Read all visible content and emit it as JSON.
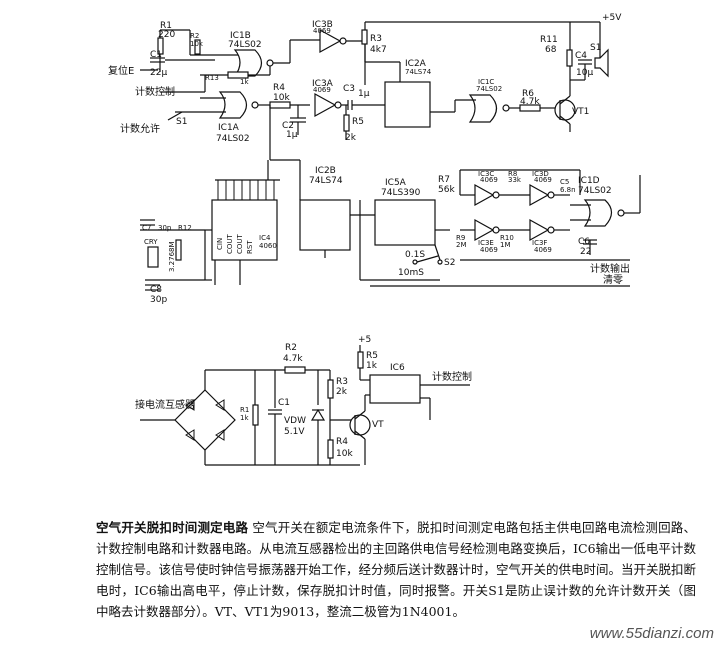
{
  "upper": {
    "R1": "R1",
    "R1v": "220",
    "C1": "C1",
    "C1v": "22μ",
    "reset": "复位E",
    "R2": "R2",
    "R2v": "10k",
    "IC1B": "IC1B",
    "IC1Bt": "74LS02",
    "R13": "R13",
    "R13v": "1k",
    "count_ctrl": "计数控制",
    "count_allow": "计数允许",
    "S1": "S1",
    "IC1A": "IC1A",
    "IC1At": "74LS02",
    "R4": "R4",
    "R4v": "10k",
    "C2": "C2",
    "C2v": "1μ",
    "IC3B": "IC3B",
    "IC3Bt": "4069",
    "IC3A": "IC3A",
    "IC3At": "4069",
    "C3": "C3",
    "C3v": "1μ",
    "R5": "R5",
    "R5v": "2k",
    "R3": "R3",
    "R3v": "4k7",
    "IC2A": "IC2A",
    "IC2At": "74LS74",
    "IC1C": "IC1C",
    "IC1Ct": "74LS02",
    "R6": "R6",
    "R6v": "4.7k",
    "VT1": "VT1",
    "R11": "R11",
    "R11v": "68",
    "C4": "C4",
    "C4v": "10μ",
    "S1spk": "S1",
    "vcc": "+5V",
    "IC2B": "IC2B",
    "IC2Bt": "74LS74",
    "IC5A": "IC5A",
    "IC5At": "74LS390",
    "R7": "R7",
    "R7v": "56k",
    "IC3C": "IC3C",
    "IC3Ct": "4069",
    "R8": "R8",
    "R8v": "33k",
    "IC3D": "IC3D",
    "IC3Dt": "4069",
    "C5": "C5",
    "C5v": "6.8n",
    "IC1D": "IC1D",
    "IC1Dt": "74LS02",
    "IC3E": "IC3E",
    "IC3Et": "4069",
    "IC3F": "IC3F",
    "IC3Ft": "4069",
    "R9": "R9",
    "R9v": "2M",
    "R10": "R10",
    "R10v": "1M",
    "C6": "C6",
    "C6v": "22",
    "count_out": "计数输出",
    "clear": "清零",
    "t01": "0.1S",
    "t10ms": "10mS",
    "S2": "S2",
    "C7": "C7",
    "C7v": "30p",
    "CRY": "CRY",
    "R12": "R12",
    "R12v": "3.2768M",
    "C8": "C8",
    "C8v": "30p",
    "IC4": "IC4",
    "IC4t": "4060",
    "CIN": "CIN",
    "COUT1": "COUT",
    "COUT2": "COUT",
    "RST": "RST"
  },
  "lower": {
    "sensor": "接电流互感器",
    "R1": "R1",
    "R1v": "1k",
    "R2": "R2",
    "R2v": "4.7k",
    "C1": "C1",
    "VDW": "VDW",
    "VDWv": "5.1V",
    "R3": "R3",
    "R3v": "2k",
    "R4": "R4",
    "R4v": "10k",
    "VT": "VT",
    "vcc": "+5",
    "R5": "R5",
    "R5v": "1k",
    "IC6": "IC6",
    "count_ctrl": "计数控制"
  },
  "caption": {
    "title": "空气开关脱扣时间测定电路",
    "body": "空气开关在额定电流条件下，脱扣时间测定电路包括主供电回路电流检测回路、计数控制电路和计数器电路。从电流互感器检出的主回路供电信号经检测电路变换后，IC6输出一低电平计数控制信号。该信号使时钟信号振荡器开始工作，经分频后送计数器计时，空气开关的供电时间。当开关脱扣断电时，IC6输出高电平，停止计数，保存脱扣计时值，同时报警。开关S1是防止误计数的允许计数开关（图中略去计数器部分）。VT、VT1为9013，整流二极管为1N4001。"
  },
  "watermark": "www.55dianzi.com"
}
